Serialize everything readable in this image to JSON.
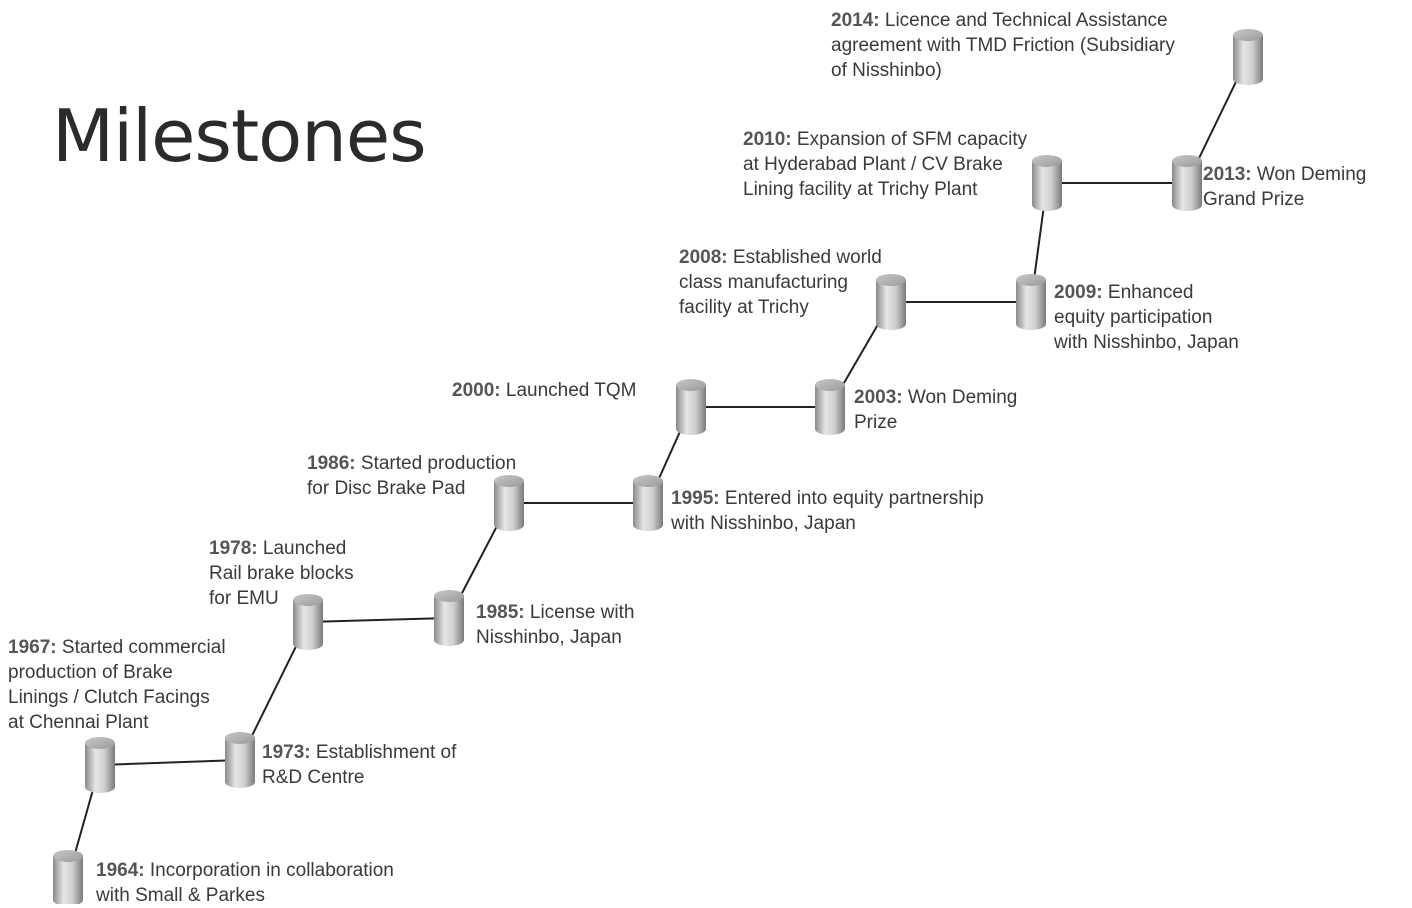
{
  "title": "Milestones",
  "milestones": [
    {
      "year": "1964:",
      "text": [
        "Incorporation in collaboration",
        "with Small & Parkes"
      ]
    },
    {
      "year": "1967:",
      "text": [
        "Started commercial",
        "production of Brake",
        "Linings / Clutch Facings",
        "at Chennai Plant"
      ]
    },
    {
      "year": "1973:",
      "text": [
        "Establishment  of",
        "R&D Centre"
      ]
    },
    {
      "year": "1978:",
      "text": [
        "Launched",
        "Rail brake blocks",
        "for EMU"
      ]
    },
    {
      "year": "1985:",
      "text": [
        "License with",
        "Nisshinbo, Japan"
      ]
    },
    {
      "year": "1986:",
      "text": [
        "Started production",
        "for Disc Brake Pad"
      ]
    },
    {
      "year": "1995:",
      "text": [
        "Entered into equity partnership",
        "with Nisshinbo, Japan"
      ]
    },
    {
      "year": "2000:",
      "text": [
        "Launched  TQM"
      ]
    },
    {
      "year": "2003:",
      "text": [
        "Won Deming",
        "Prize"
      ]
    },
    {
      "year": "2008:",
      "text": [
        "Established world",
        "class manufacturing",
        "facility at Trichy"
      ]
    },
    {
      "year": "2009:",
      "text": [
        "Enhanced",
        "equity participation",
        "with Nisshinbo, Japan"
      ]
    },
    {
      "year": "2010:",
      "text": [
        "Expansion of SFM capacity",
        "at Hyderabad Plant / CV Brake",
        "Lining facility at Trichy Plant"
      ]
    },
    {
      "year": "2013:",
      "text": [
        "Won Deming",
        "Grand Prize"
      ]
    },
    {
      "year": "2014:",
      "text": [
        "Licence and Technical Assistance",
        "agreement with TMD Friction (Subsidiary",
        "of Nisshinbo)"
      ]
    }
  ],
  "colors": {
    "line": "#222222",
    "cylinder_light": "#e6e6e6",
    "cylinder_dark": "#8a8a8a",
    "text": "#3a3a3a"
  }
}
